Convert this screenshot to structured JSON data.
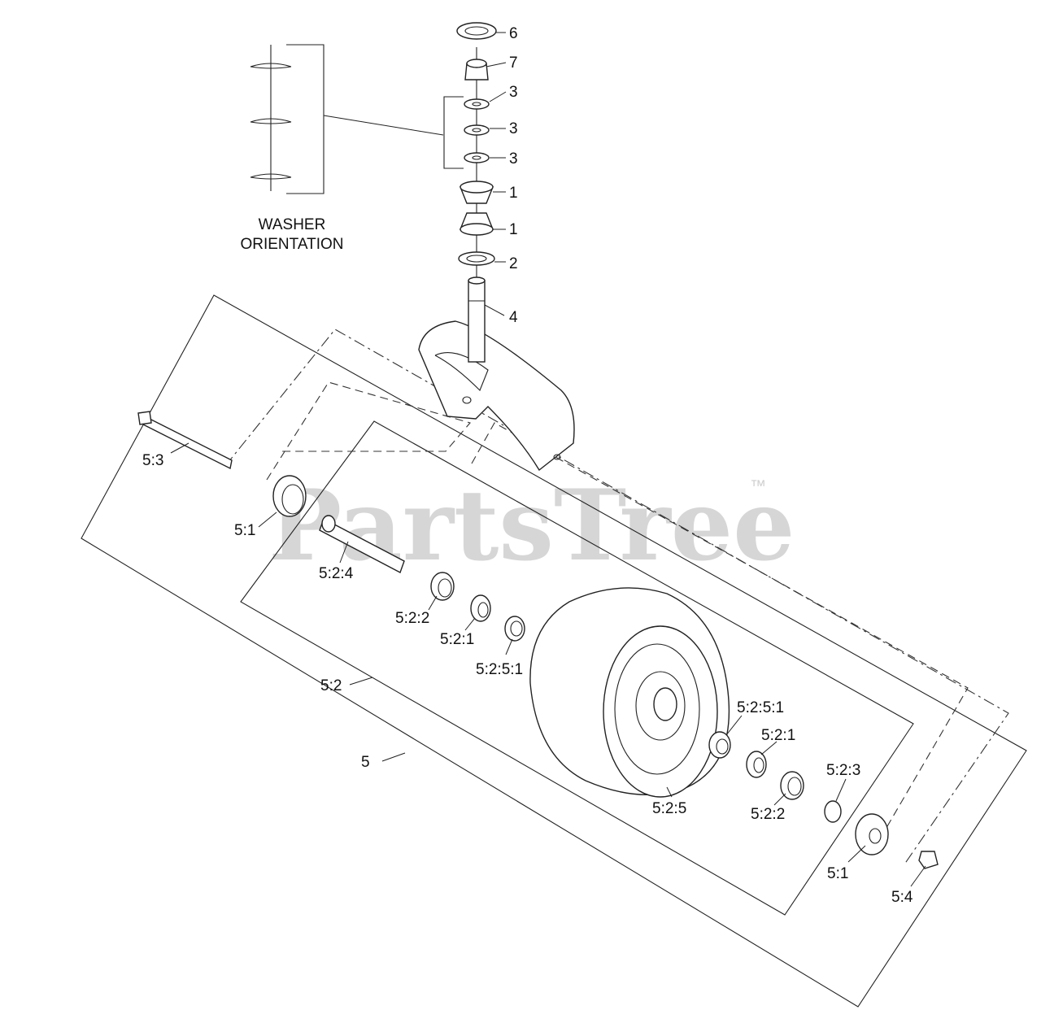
{
  "watermark": {
    "text": "PartsTree",
    "trademark": "™"
  },
  "washer_caption": {
    "line1": "WASHER",
    "line2": "ORIENTATION"
  },
  "callouts": {
    "c6": "6",
    "c7": "7",
    "c3a": "3",
    "c3b": "3",
    "c3c": "3",
    "c1a": "1",
    "c1b": "1",
    "c2": "2",
    "c4": "4",
    "c53": "5:3",
    "c51_left": "5:1",
    "c524": "5:2:4",
    "c522_left": "5:2:2",
    "c521_left": "5:2:1",
    "c5251_left": "5:2:5:1",
    "c52": "5:2",
    "c5": "5",
    "c5251_right": "5:2:5:1",
    "c521_right": "5:2:1",
    "c523": "5:2:3",
    "c525": "5:2:5",
    "c522_right": "5:2:2",
    "c51_right": "5:1",
    "c54": "5:4"
  }
}
